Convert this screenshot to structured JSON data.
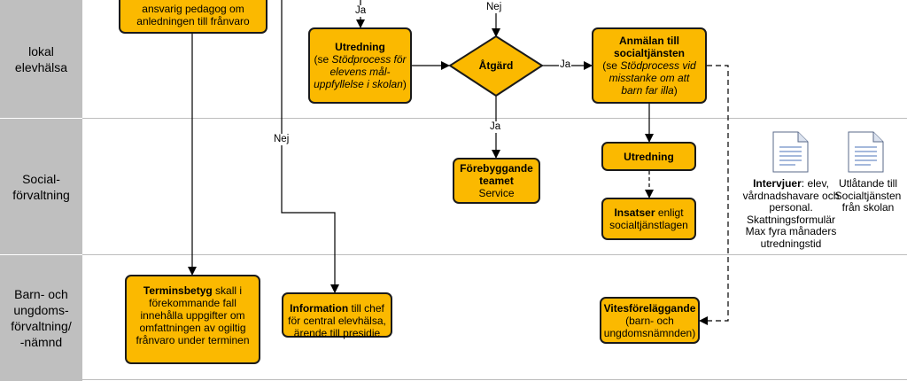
{
  "lanes": {
    "lokal": "lokal\nelevhälsa",
    "social": "Social-\nförvaltning",
    "barn": "Barn- och\nungdoms-\nförvaltning/\n-nämnd"
  },
  "boxes": {
    "ansvarig_text": "ansvarig pedagog om anledningen till frånvaro",
    "utredning1_title": "Utredning",
    "utredning1_pre": "(se ",
    "utredning1_italic": "Stödprocess för elevens mål-uppfyllelse i skolan",
    "utredning1_post": ")",
    "atgard": "Åtgärd",
    "anmalan_title": "Anmälan till socialtjänsten",
    "anmalan_pre": "(se ",
    "anmalan_italic": "Stödprocess vid misstanke om att barn far illa",
    "anmalan_post": ")",
    "forebyggande_title": "Förebyggande teamet",
    "forebyggande_sub": "Service",
    "utredning2": "Utredning",
    "insatser_title": "Insatser",
    "insatser_rest": " enligt socialtjänstlagen",
    "terminsbetyg_title": "Terminsbetyg",
    "terminsbetyg_rest": " skall i förekommande fall innehålla uppgifter om omfattningen av ogiltig frånvaro under terminen",
    "information_title": "Information",
    "information_rest": " till chef för central elevhälsa, ärende till presidie",
    "vites_title": "Vitesföreläggande",
    "vites_rest": "(barn- och ungdomsnämnden)"
  },
  "edge_labels": {
    "ja_top": "Ja",
    "nej_top": "Nej",
    "ja_mid": "Ja",
    "ja_down": "Ja",
    "nej_left": "Nej"
  },
  "notes": {
    "intervjuer_title": "Intervjuer",
    "intervjuer_rest": ": elev, vårdnadshavare och personal. Skattningsformulär Max fyra månaders utredningstid",
    "utlatande": "Utlåtande till Socialtjänsten från skolan"
  },
  "colors": {
    "box_fill": "#fbb900",
    "lane_label_bg": "#bfbfbf"
  }
}
